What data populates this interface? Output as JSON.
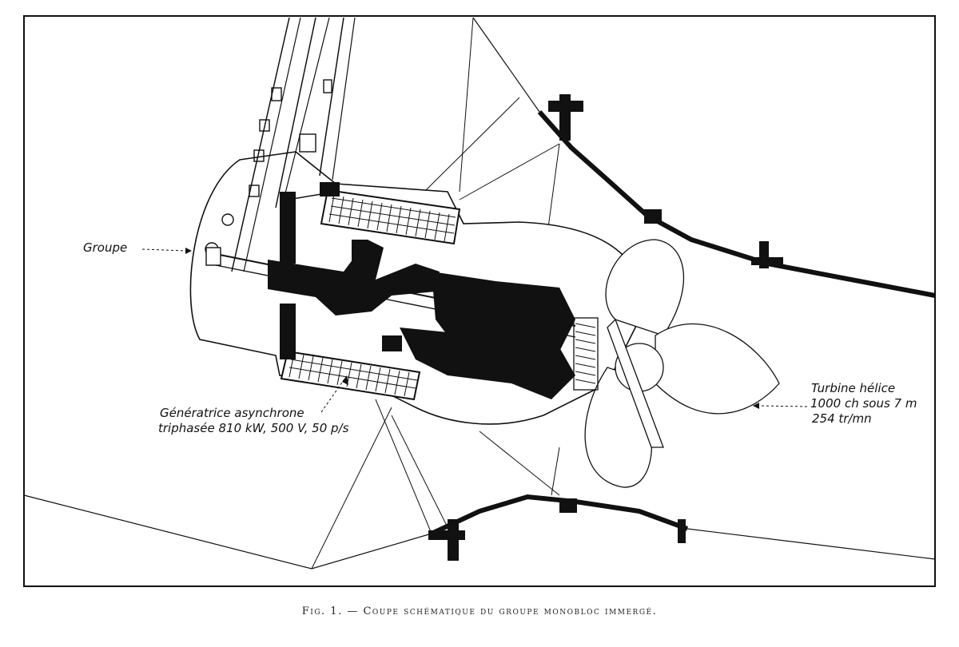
{
  "figure": {
    "labels": {
      "groupe": "Groupe",
      "generatrice_line1": "Génératrice asynchrone",
      "generatrice_line2": "triphasée 810 kW, 500 V, 50 p/s",
      "turbine_line1": "Turbine hélice",
      "turbine_line2": "1000 ch sous 7 m",
      "turbine_line3": "254 tr/mn"
    },
    "caption": "Fig. 1. — Coupe schématique du groupe monobloc immergé."
  },
  "colors": {
    "ink": "#111111",
    "paper": "#ffffff"
  }
}
